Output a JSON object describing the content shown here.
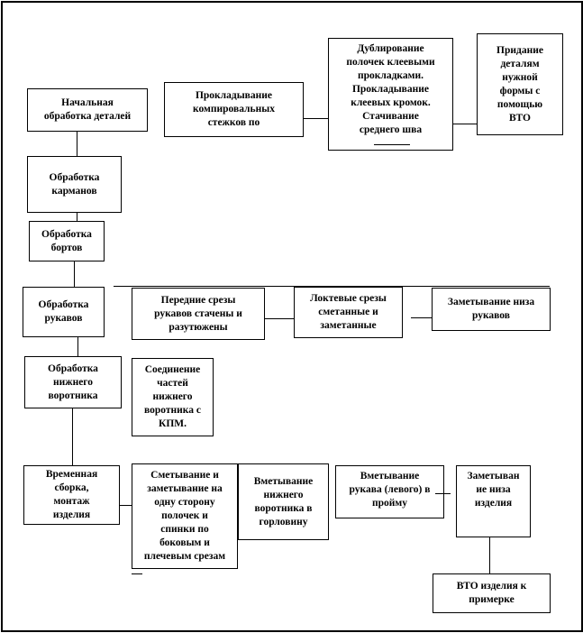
{
  "colors": {
    "stroke": "#000000",
    "background": "#ffffff"
  },
  "boxes": {
    "initial_processing": "Начальная\nобработка деталей",
    "pockets": "Обработка\nкарманов",
    "fronts": "Обработка\nбортов",
    "sleeves": "Обработка\nрукавов",
    "undercollar": "Обработка\nнижнего\nворотника",
    "temp_assembly": "Временная\nсборка,\nмонтаж\nизделия",
    "interlining_edges": "Прокладывание\nкомпировальных\nстежков по",
    "duplicating": "Дублирование\nполочек клеевыми\nпрокладками.\nПрокладывание\nклеевых кромок.\nСтачивание\nсреднего шва",
    "vto_shape": "Придание\nдеталям\nнужной\nформы с\nпомощью\nВТО",
    "front_cuts": "Передние срезы\nрукавов стачены и\nразутюжены",
    "elbow_cuts": "Локтевые срезы\nсметанные и\nзаметанные",
    "sleeve_hem": "Заметывание низа\nрукавов",
    "undercollar_join": "Соединение\nчастей\nнижнего\nворотника с\nКПМ.",
    "basting_shoulder": "Сметывание и\nзаметывание на\nодну сторону\nполочек и\nспинки по\nбоковым и\nплечевым срезам",
    "collar_insert": "Вметывание\nнижнего\nворотника в\nгорловину",
    "sleeve_insert": "Вметывание\nрукава (левого) в\nпройму",
    "hem_baste": "Заметыван\nие низа\nизделия",
    "vto_fitting": "ВТО изделия к\nпримерке"
  }
}
